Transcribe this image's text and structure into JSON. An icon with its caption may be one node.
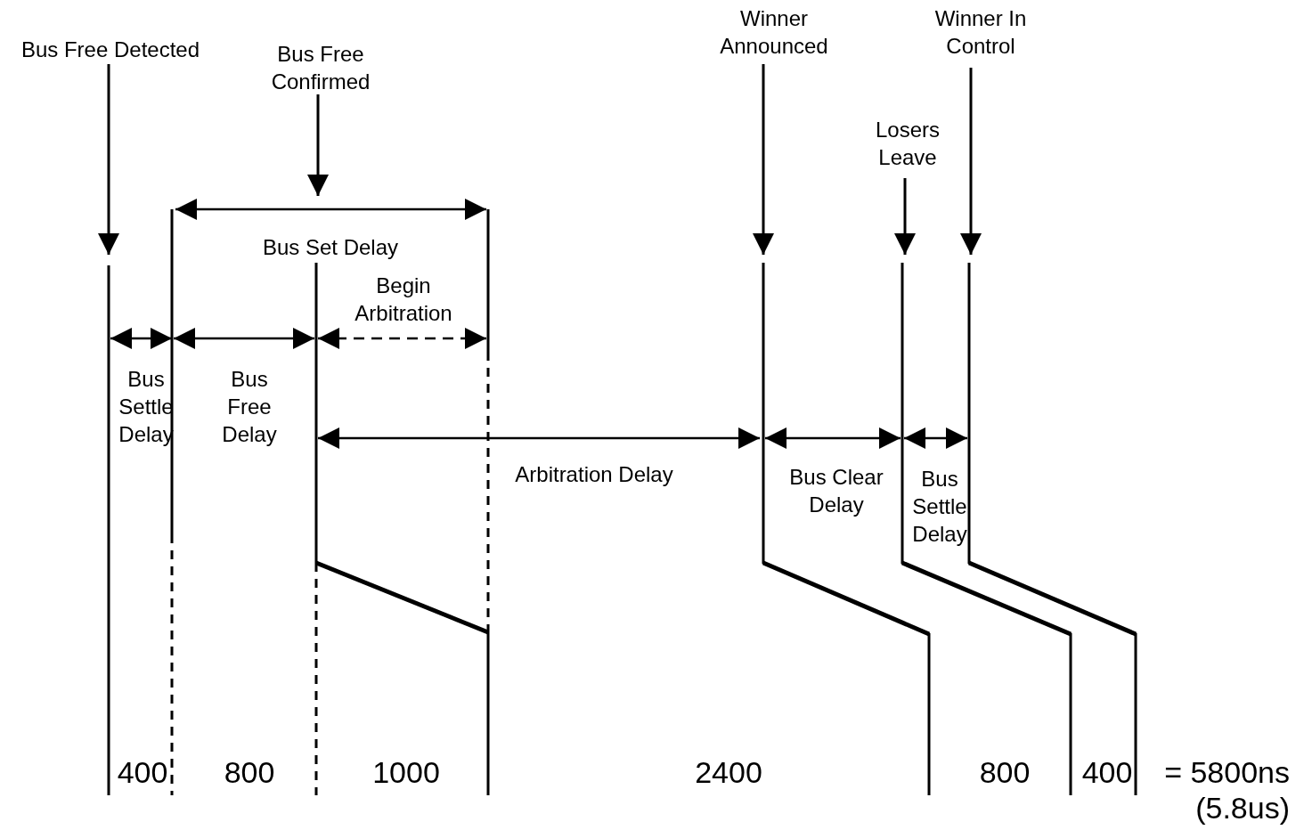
{
  "diagram": {
    "nodes": [
      {
        "text": [
          "Bus Free Detected"
        ]
      },
      {
        "text": [
          "Bus Free Confirmed"
        ]
      },
      {
        "text": [
          "Winner Announced"
        ]
      },
      {
        "text": [
          "Winner In Control"
        ]
      },
      {
        "text": [
          "Losers Leave"
        ]
      }
    ],
    "edges": [
      {
        "from": 0,
        "to": null,
        "arrow": "to"
      },
      {
        "from": 1,
        "to": null,
        "arrow": "to"
      },
      {
        "from": 2,
        "to": null,
        "arrow": "to"
      },
      {
        "from": 3,
        "to": null,
        "arrow": "to"
      },
      {
        "from": 4,
        "to": null,
        "arrow": "to"
      }
    ],
    "labels": [
      "Bus Set Delay",
      "Begin Arbitration",
      "Bus Settle Delay",
      "Bus Free Delay",
      "Arbitration Delay",
      "Bus Clear Delay",
      "Bus Settle Delay",
      "400",
      "800",
      "1000",
      "2400",
      "800",
      "400",
      "= 5800ns (5.8us)"
    ]
  }
}
